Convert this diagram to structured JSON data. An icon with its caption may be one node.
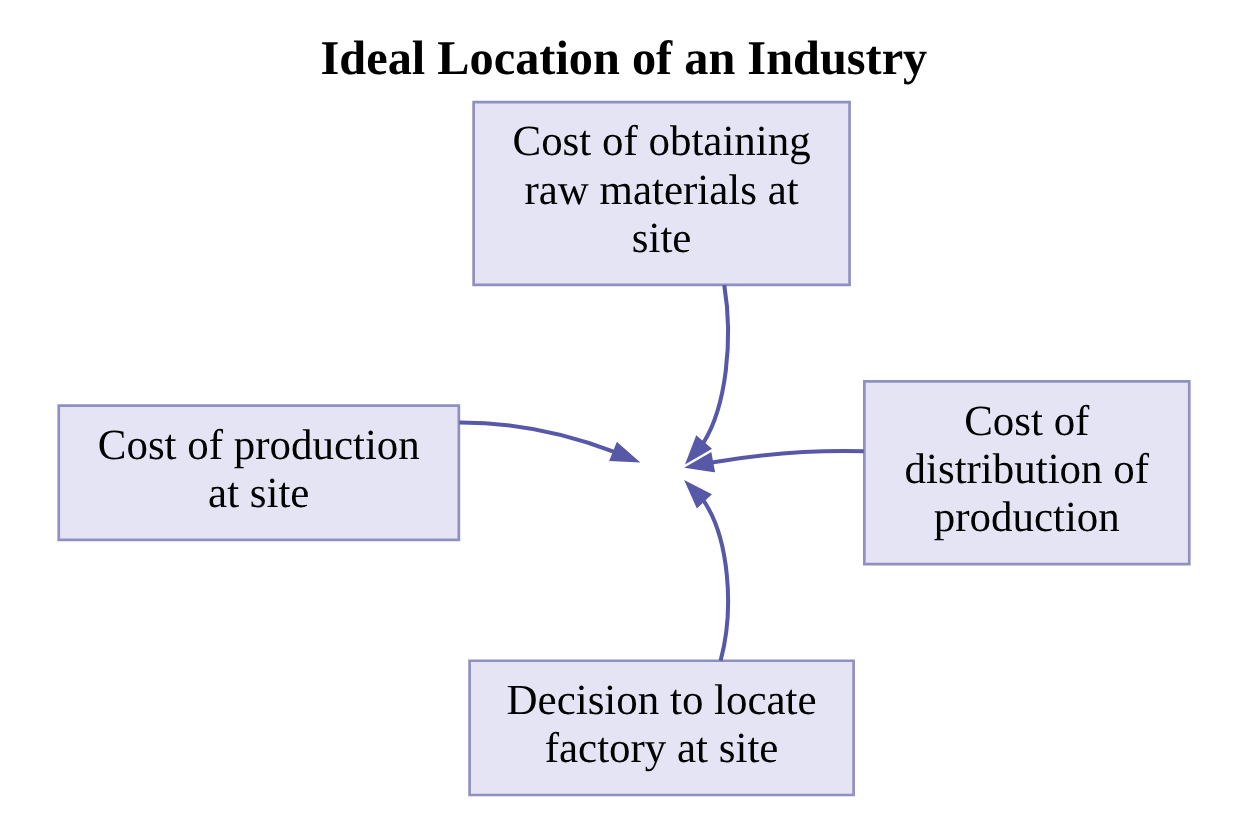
{
  "diagram": {
    "title": "Ideal Location of an Industry",
    "nodes": [
      {
        "text": [
          "Cost of obtaining raw materials at site"
        ]
      },
      {
        "text": [
          "Cost of production at site"
        ]
      },
      {
        "text": [
          "Cost of distribution of production"
        ]
      },
      {
        "text": [
          "Decision to locate factory at site"
        ]
      }
    ],
    "edges": [
      {
        "from": 0,
        "to": null,
        "arrow": "to"
      },
      {
        "from": 1,
        "to": null,
        "arrow": "to"
      },
      {
        "from": 2,
        "to": null,
        "arrow": "to"
      },
      {
        "from": 3,
        "to": null,
        "arrow": "to"
      }
    ]
  }
}
